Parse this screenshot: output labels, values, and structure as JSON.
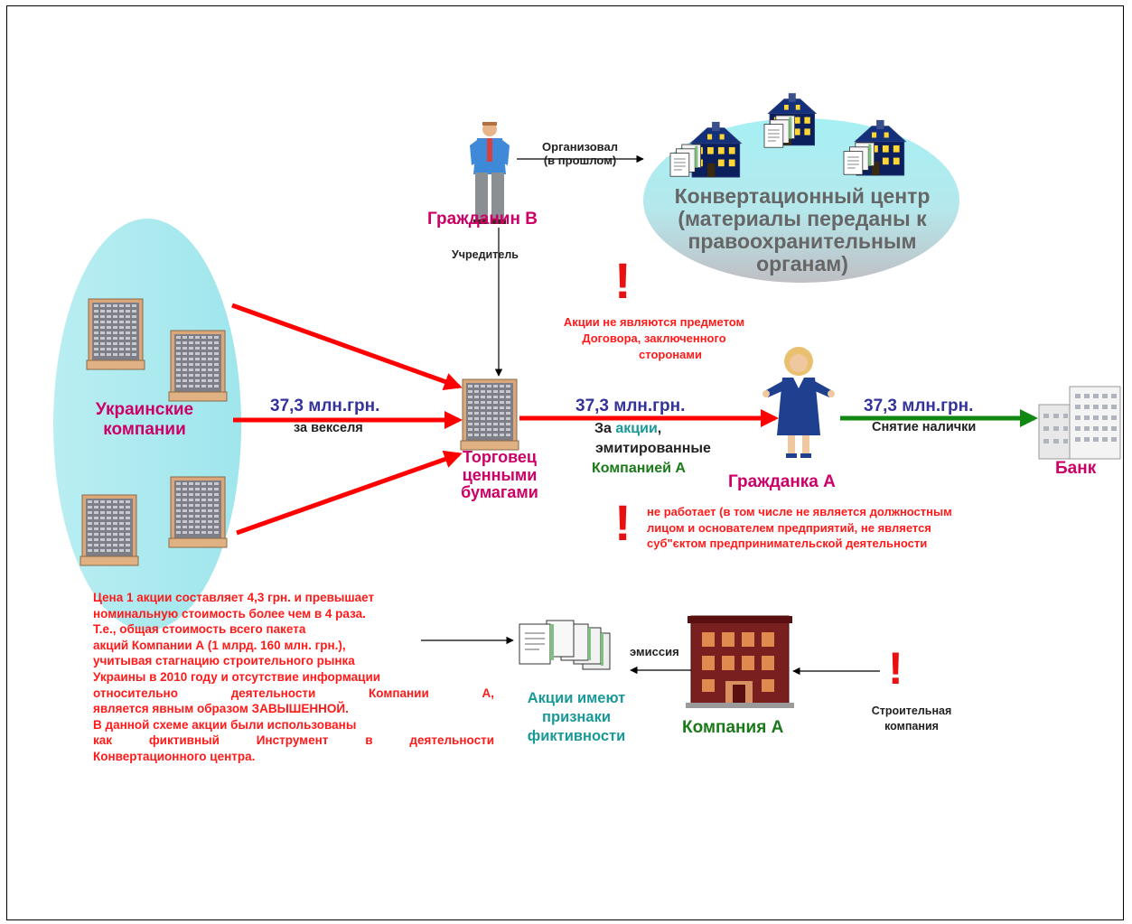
{
  "labels": {
    "organized": "Организовал",
    "in_past": "(в прошлом)",
    "citizen_b": "Гражданин В",
    "founder": "Учредитель",
    "conversion_center": [
      "Конвертационный центр",
      "(материалы переданы к",
      "правоохранительным",
      "органам)"
    ],
    "ukrainian_companies": [
      "Украинские",
      "компании"
    ],
    "amount": "37,3 млн.грн.",
    "for_bills": "за векселя",
    "trader": [
      "Торговец",
      "ценными",
      "бумагами"
    ],
    "for_prefix": "За ",
    "shares_word": "акции",
    "comma": ",",
    "issued": "эмитированные",
    "by_company_a": "Компанией А",
    "citizen_a": "Гражданка А",
    "cash_withdrawal": "Снятие налички",
    "bank": "Банк",
    "issue": "эмиссия",
    "shares_fictitious": [
      "Акции имеют",
      "признаки",
      "фиктивности"
    ],
    "company_a": "Компания А",
    "construction_company": [
      "Строительная",
      "компания"
    ]
  },
  "warnings": {
    "exclamation": "!",
    "shares_not_subject": [
      "Акции не являются предметом",
      "Договора, заключенного",
      "сторонами"
    ],
    "not_working": [
      "не работает (в том числе не является должностным",
      "лицом и основателем предприятий,  не является",
      "суб\"єктом предпринимательской деятельности"
    ]
  },
  "note_lines": [
    "Цена 1 акции составляет 4,3 грн. и превышает",
    "номинальную стоимость более чем в 4 раза.",
    "Т.е., общая стоимость всего пакета",
    "акций Компании А (1 млрд. 160 млн. грн.),",
    "учитывая  стагнацию строительного рынка",
    "Украины в 2010 году и отсутствие информации",
    "относительно    деятельности    Компании    А,",
    "является явным образом ЗАВЫШЕННОЙ.",
    "В данной схеме акции были использованы",
    "как   фиктивный   Инструмент   в   деятельности",
    "Конвертационного центра."
  ],
  "colors": {
    "magenta": "#cc0066",
    "navy": "#333399",
    "red": "#ff1a1a",
    "green": "#1a7a1a",
    "teal": "#1a9999",
    "ellipse": "#99ebef"
  }
}
